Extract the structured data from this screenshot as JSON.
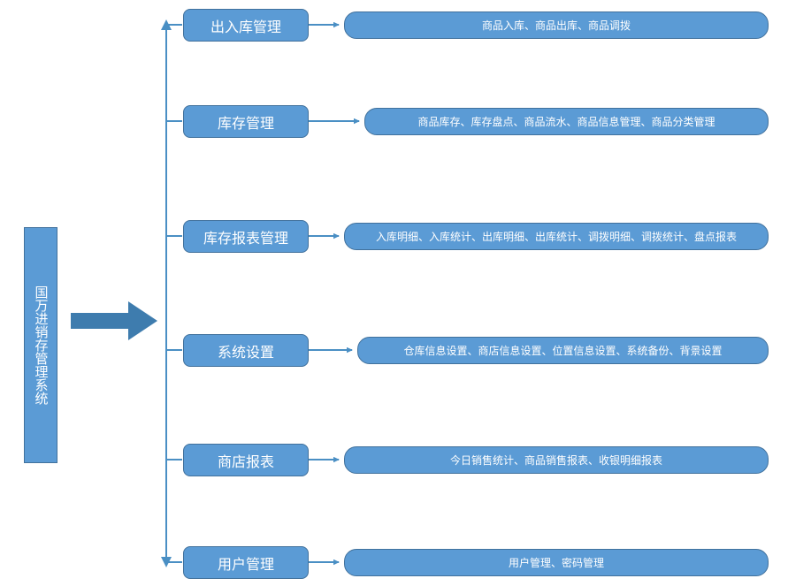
{
  "root": {
    "title": "国万进销存管理系统"
  },
  "rows": [
    {
      "module": "出入库管理",
      "detail": "商品入库、商品出库、商品调拨"
    },
    {
      "module": "库存管理",
      "detail": "商品库存、库存盘点、商品流水、商品信息管理、商品分类管理"
    },
    {
      "module": "库存报表管理",
      "detail": "入库明细、入库统计、出库明细、出库统计、调拨明细、调拨统计、盘点报表"
    },
    {
      "module": "系统设置",
      "detail": "仓库信息设置、商店信息设置、位置信息设置、系统备份、背景设置"
    },
    {
      "module": "商店报表",
      "detail": "今日销售统计、商品销售报表、收银明细报表"
    },
    {
      "module": "用户管理",
      "detail": "用户管理、密码管理"
    }
  ],
  "colors": {
    "fill": "#5B9BD5",
    "stroke": "#41719C",
    "connector": "#4A8FC4",
    "big_arrow": "#3E7CAE",
    "text": "#FFFFFF"
  }
}
